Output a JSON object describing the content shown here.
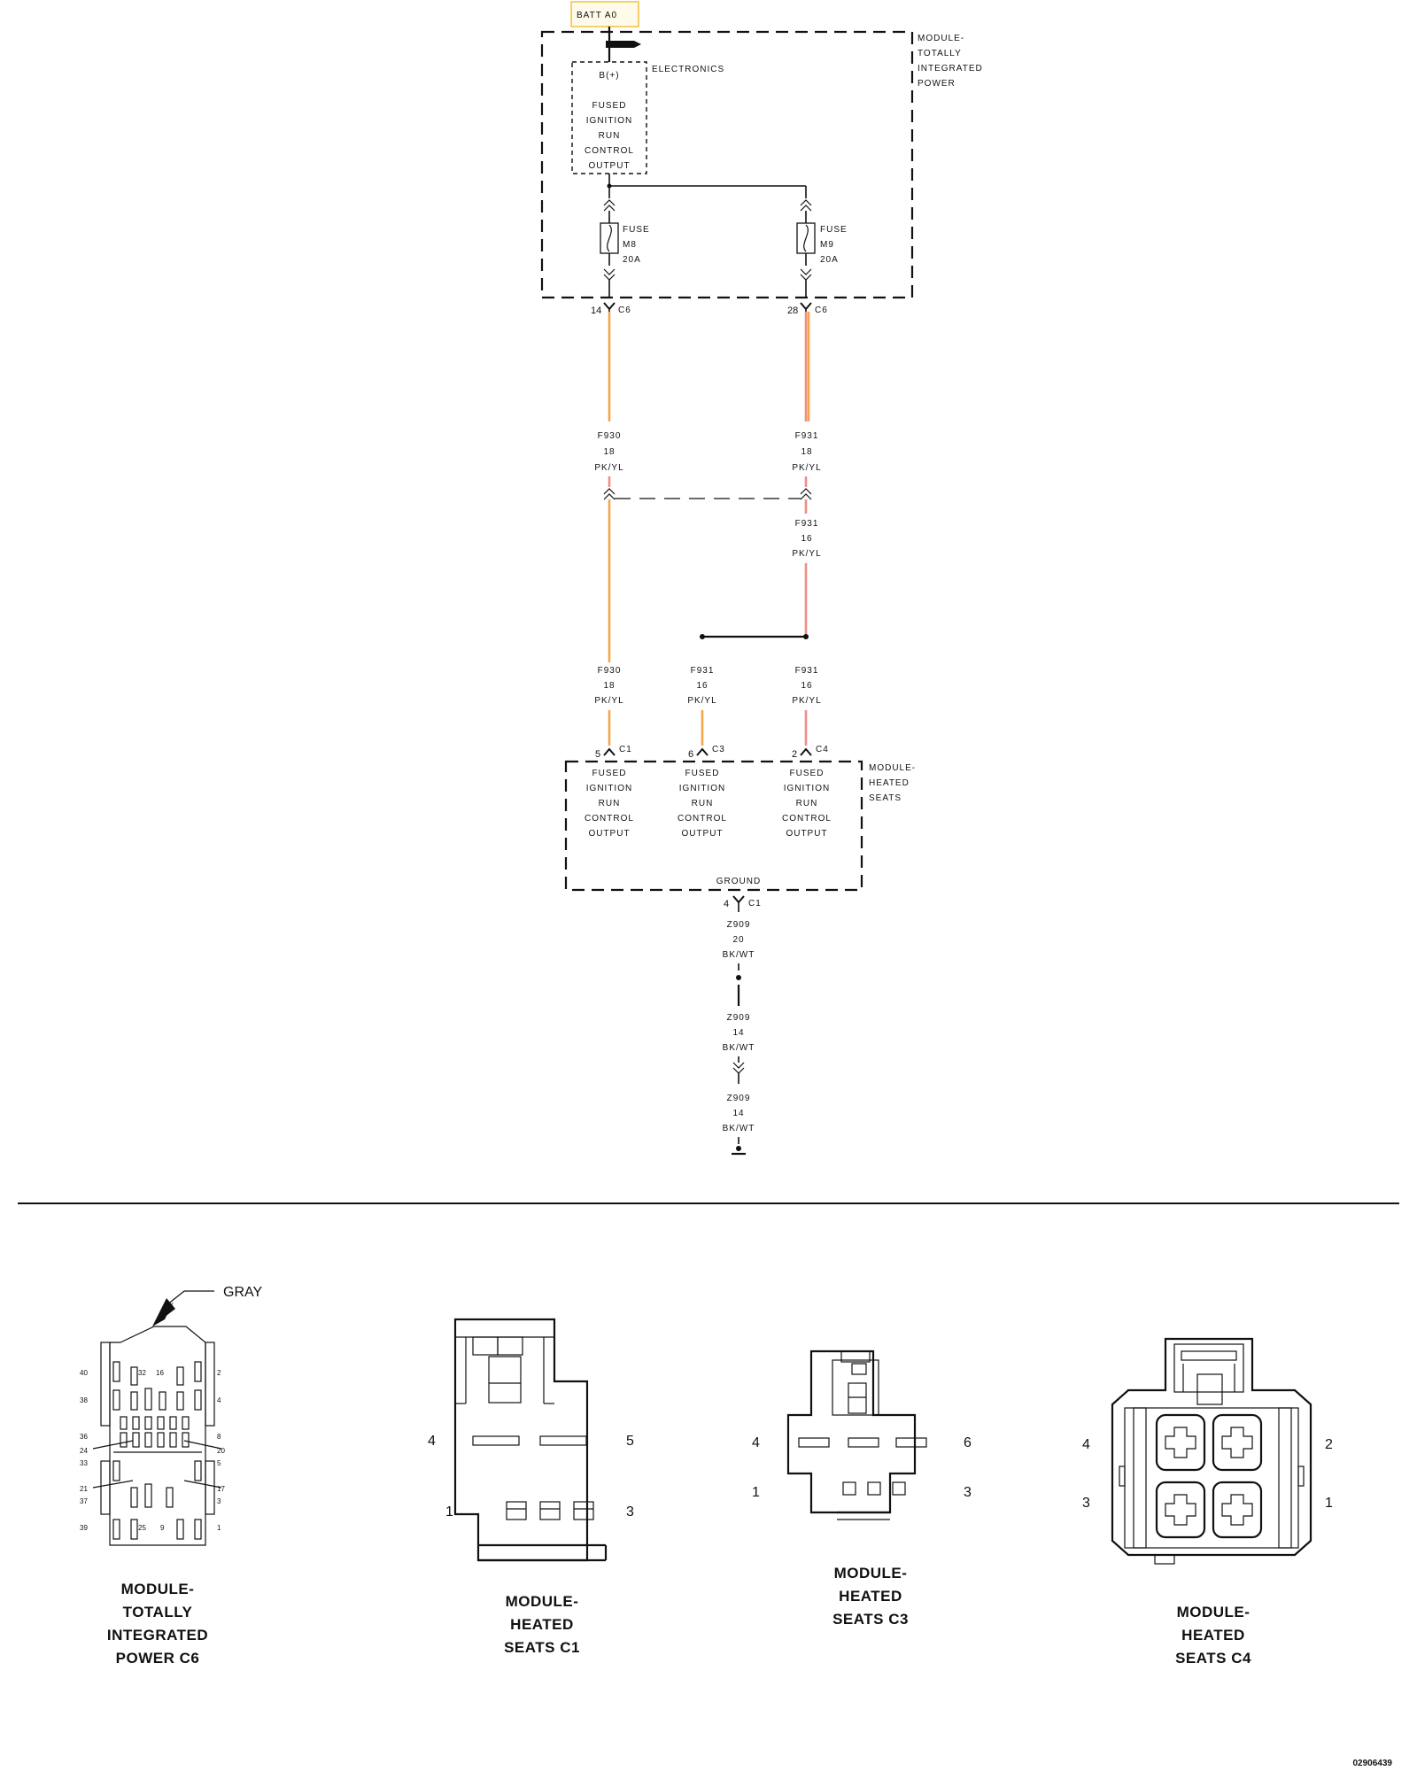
{
  "diagram": {
    "source_label": "BATT A0",
    "tip_module": {
      "name_lines": [
        "MODULE-",
        "TOTALLY",
        "INTEGRATED",
        "POWER"
      ],
      "electronics_label": "ELECTRONICS",
      "bplus_label": "B(+)",
      "output_lines": [
        "FUSED",
        "IGNITION",
        "RUN",
        "CONTROL",
        "OUTPUT"
      ],
      "fuse_m8": [
        "FUSE",
        "M8",
        "20A"
      ],
      "fuse_m9": [
        "FUSE",
        "M9",
        "20A"
      ]
    },
    "tip_connectors": [
      {
        "pin": "14",
        "conn": "C6"
      },
      {
        "pin": "28",
        "conn": "C6"
      }
    ],
    "wire_labels": {
      "f930_upper": [
        "F930",
        "18",
        "PK/YL"
      ],
      "f931_upper": [
        "F931",
        "18",
        "PK/YL"
      ],
      "f931_mid": [
        "F931",
        "16",
        "PK/YL"
      ],
      "f930_lower": [
        "F930",
        "18",
        "PK/YL"
      ],
      "f931_c3": [
        "F931",
        "16",
        "PK/YL"
      ],
      "f931_c4": [
        "F931",
        "16",
        "PK/YL"
      ]
    },
    "seat_connectors": [
      {
        "pin": "5",
        "conn": "C1"
      },
      {
        "pin": "6",
        "conn": "C3"
      },
      {
        "pin": "2",
        "conn": "C4"
      }
    ],
    "seat_module": {
      "name_lines": [
        "MODULE-",
        "HEATED",
        "SEATS"
      ],
      "outputs": [
        [
          "FUSED",
          "IGNITION",
          "RUN",
          "CONTROL",
          "OUTPUT"
        ],
        [
          "FUSED",
          "IGNITION",
          "RUN",
          "CONTROL",
          "OUTPUT"
        ],
        [
          "FUSED",
          "IGNITION",
          "RUN",
          "CONTROL",
          "OUTPUT"
        ]
      ],
      "ground_label": "GROUND"
    },
    "ground_connector": {
      "pin": "4",
      "conn": "C1"
    },
    "ground_wires": [
      [
        "Z909",
        "20",
        "BK/WT"
      ],
      [
        "Z909",
        "14",
        "BK/WT"
      ],
      [
        "Z909",
        "14",
        "BK/WT"
      ]
    ],
    "wire_colors": {
      "orange": "#f5a64a",
      "pink": "#ef8e86",
      "source_box": "#f0c040"
    }
  },
  "connector_views": {
    "c6": {
      "color_label": "GRAY",
      "title_lines": [
        "MODULE-",
        "TOTALLY",
        "INTEGRATED",
        "POWER C6"
      ],
      "left_pins": [
        "40",
        "38",
        "36",
        "24",
        "33",
        "21",
        "37",
        "39"
      ],
      "right_pins": [
        "2",
        "4",
        "8",
        "20",
        "5",
        "17",
        "3",
        "1"
      ],
      "inner_pins": [
        "32",
        "16",
        "25",
        "9"
      ]
    },
    "c1": {
      "title_lines": [
        "MODULE-",
        "HEATED",
        "SEATS C1"
      ],
      "pins": [
        "4",
        "5",
        "1",
        "3"
      ]
    },
    "c3": {
      "title_lines": [
        "MODULE-",
        "HEATED",
        "SEATS C3"
      ],
      "pins": [
        "4",
        "6",
        "1",
        "3"
      ]
    },
    "c4": {
      "title_lines": [
        "MODULE-",
        "HEATED",
        "SEATS C4"
      ],
      "pins": [
        "4",
        "2",
        "3",
        "1"
      ]
    }
  },
  "footer": {
    "code": "02906439"
  }
}
